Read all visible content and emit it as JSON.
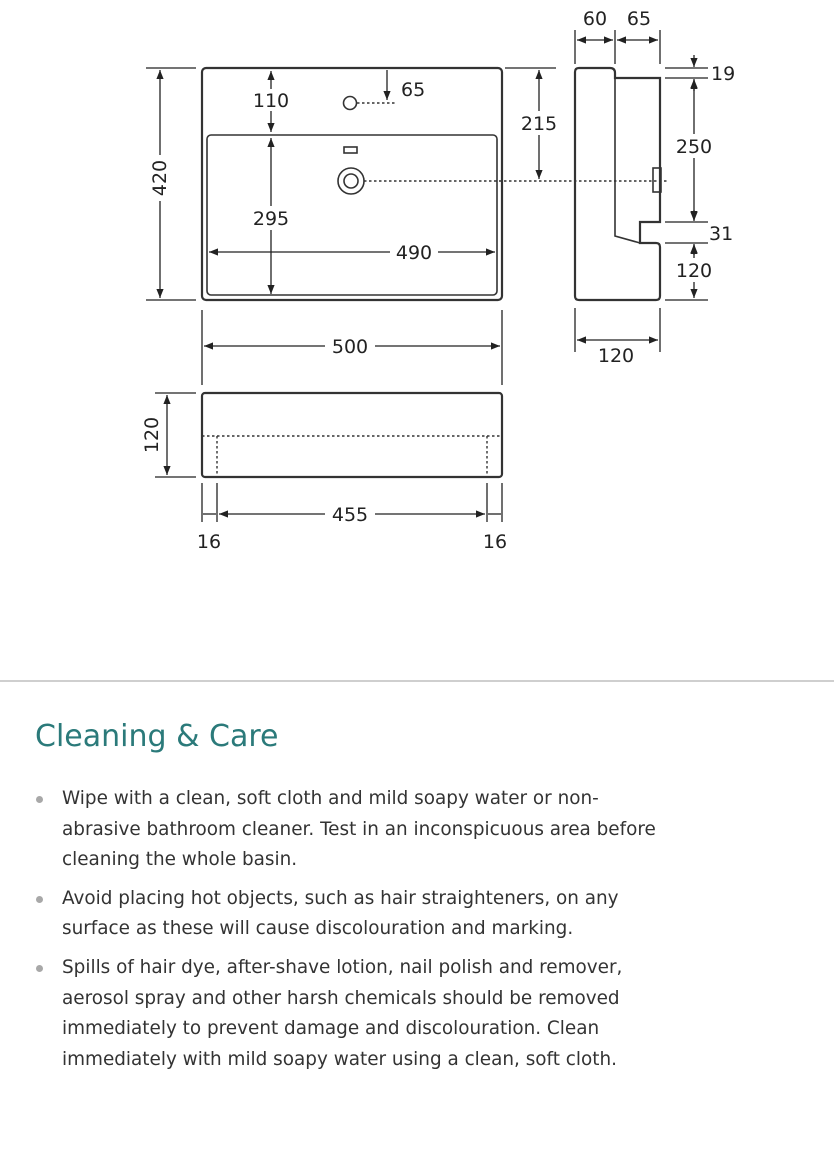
{
  "diagram": {
    "dims": {
      "top_60": "60",
      "top_65": "65",
      "d19": "19",
      "d250": "250",
      "d31": "31",
      "d120_side_right": "120",
      "d120_side_bottom": "120",
      "d420": "420",
      "d110": "110",
      "d65": "65",
      "d215": "215",
      "d295": "295",
      "d490": "490",
      "d500": "500",
      "d120_front": "120",
      "d455": "455",
      "d16_left": "16",
      "d16_right": "16"
    }
  },
  "care": {
    "title": "Cleaning & Care",
    "items": [
      "Wipe with a clean, soft cloth and mild soapy water or non-abrasive bathroom cleaner. Test in an inconspicuous area before cleaning the whole basin.",
      "Avoid placing hot objects, such as hair straighteners, on any surface as these will cause discolouration and marking.",
      "Spills of hair dye, after-shave lotion, nail polish and remover, aerosol spray and other harsh chemicals should be removed immediately to prevent damage and discolouration. Clean immediately with mild soapy water using a clean, soft cloth."
    ]
  }
}
